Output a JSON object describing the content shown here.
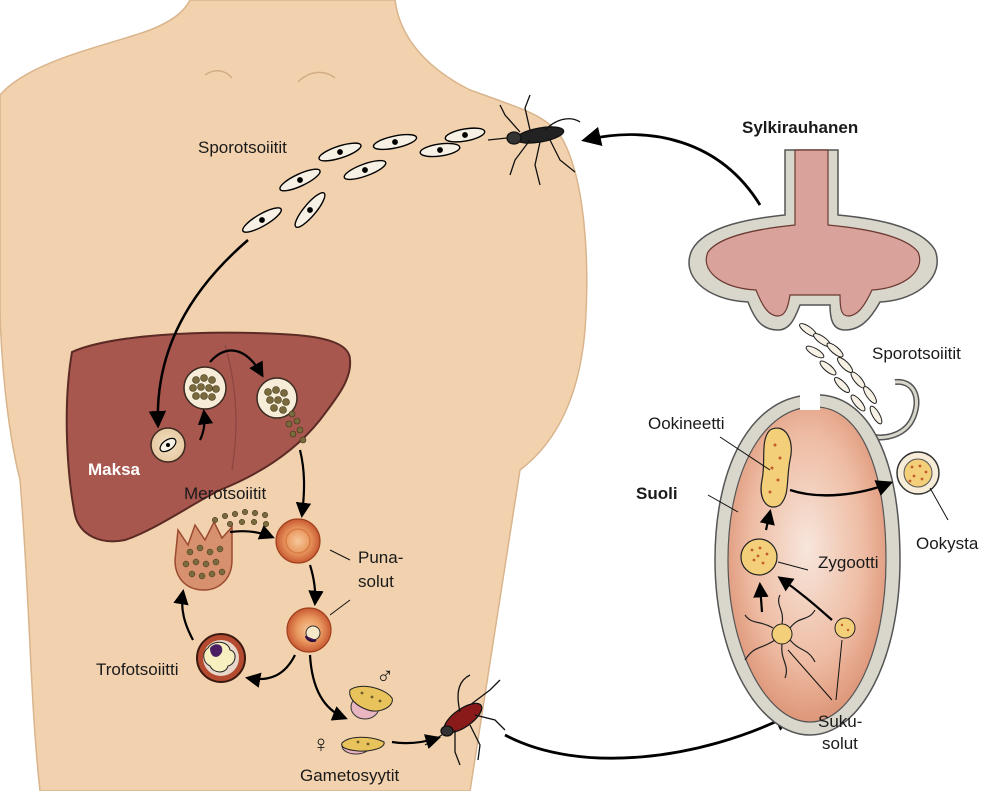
{
  "labels": {
    "sporozoites_body": "Sporotsoiitit",
    "salivary_gland": "Sylkirauhanen",
    "sporozoites_mosquito": "Sporotsoiitit",
    "ookinete": "Ookineetti",
    "gut": "Suoli",
    "oocyst": "Ookysta",
    "zygote": "Zygootti",
    "germ_cells_1": "Suku-",
    "germ_cells_2": "solut",
    "liver": "Maksa",
    "merozoites": "Merotsoiitit",
    "red_cells_1": "Puna-",
    "red_cells_2": "solut",
    "trophozoite": "Trofotsoiitti",
    "gametocytes": "Gametosyytit",
    "male_symbol": "♂",
    "female_symbol": "♀"
  },
  "colors": {
    "skin": "#f2d2ae",
    "liver": "#a7574e",
    "liver_outline": "#5b2a24",
    "gland": "#d9a29a",
    "gut_fill": "#e6a88c",
    "gut_wall": "#d9d6cb",
    "cell_red": "#c9533a",
    "parasite_yellow": "#e8c25a",
    "parasite_dark": "#6b5a2a"
  }
}
